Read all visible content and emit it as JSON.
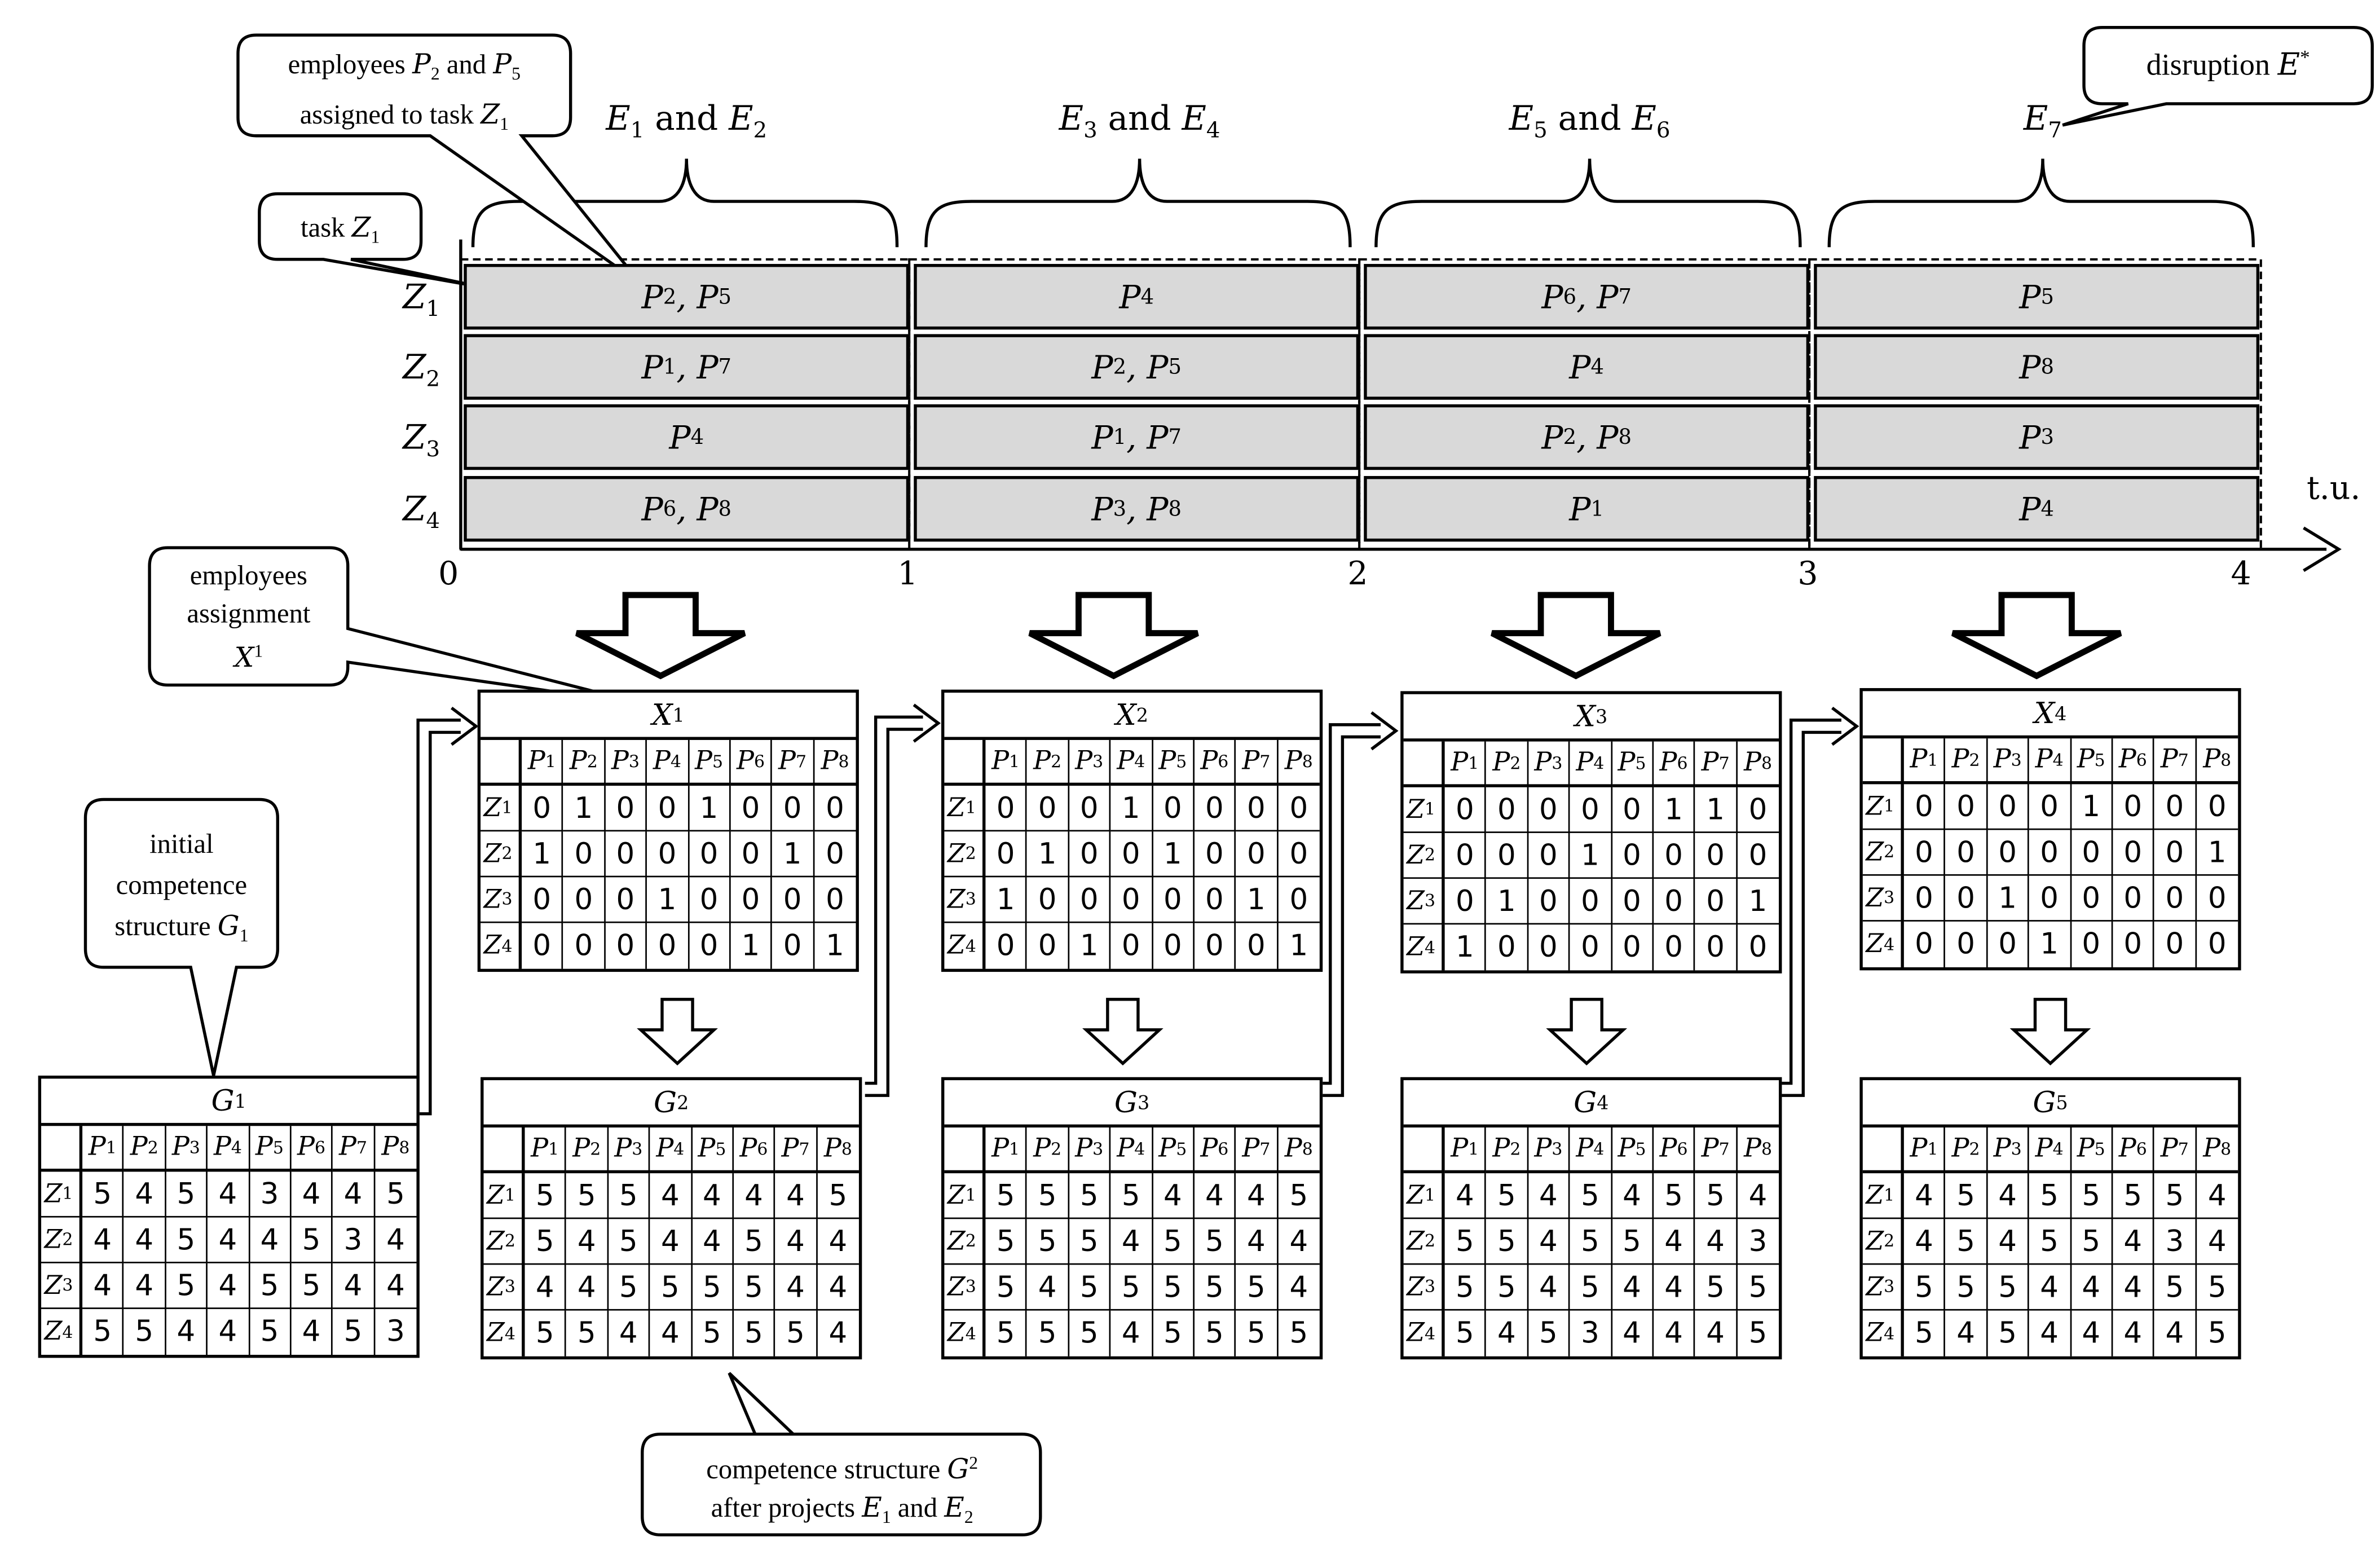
{
  "timeline": {
    "tasks": [
      "Z1",
      "Z2",
      "Z3",
      "Z4"
    ],
    "ticks": [
      "0",
      "1",
      "2",
      "3",
      "4"
    ],
    "unit": "t.u.",
    "periods": [
      {
        "label": "E1 and E2",
        "assign": [
          "P2, P5",
          "P1, P7",
          "P4",
          "P6, P8"
        ]
      },
      {
        "label": "E3 and E4",
        "assign": [
          "P4",
          "P2, P5",
          "P1, P7",
          "P3, P8"
        ]
      },
      {
        "label": "E5 and E6",
        "assign": [
          "P6, P7",
          "P4",
          "P2, P8",
          "P1"
        ]
      },
      {
        "label": "E7",
        "assign": [
          "P5",
          "P8",
          "P3",
          "P4"
        ]
      }
    ]
  },
  "callouts": {
    "assigned": "employees P2 and P5 assigned to task Z1",
    "task": "task Z1",
    "disruption": "disruption E*",
    "assignment": "employees assignment X1",
    "initial": "initial competence structure G1",
    "after": "competence structure G2 after projects E1 and E2"
  },
  "columns": [
    "P1",
    "P2",
    "P3",
    "P4",
    "P5",
    "P6",
    "P7",
    "P8"
  ],
  "rows": [
    "Z1",
    "Z2",
    "Z3",
    "Z4"
  ],
  "assignment_matrices": [
    {
      "name": "X1",
      "values": [
        [
          0,
          1,
          0,
          0,
          1,
          0,
          0,
          0
        ],
        [
          1,
          0,
          0,
          0,
          0,
          0,
          1,
          0
        ],
        [
          0,
          0,
          0,
          1,
          0,
          0,
          0,
          0
        ],
        [
          0,
          0,
          0,
          0,
          0,
          1,
          0,
          1
        ]
      ]
    },
    {
      "name": "X2",
      "values": [
        [
          0,
          0,
          0,
          1,
          0,
          0,
          0,
          0
        ],
        [
          0,
          1,
          0,
          0,
          1,
          0,
          0,
          0
        ],
        [
          1,
          0,
          0,
          0,
          0,
          0,
          1,
          0
        ],
        [
          0,
          0,
          1,
          0,
          0,
          0,
          0,
          1
        ]
      ]
    },
    {
      "name": "X3",
      "values": [
        [
          0,
          0,
          0,
          0,
          0,
          1,
          1,
          0
        ],
        [
          0,
          0,
          0,
          1,
          0,
          0,
          0,
          0
        ],
        [
          0,
          1,
          0,
          0,
          0,
          0,
          0,
          1
        ],
        [
          1,
          0,
          0,
          0,
          0,
          0,
          0,
          0
        ]
      ]
    },
    {
      "name": "X4",
      "values": [
        [
          0,
          0,
          0,
          0,
          1,
          0,
          0,
          0
        ],
        [
          0,
          0,
          0,
          0,
          0,
          0,
          0,
          1
        ],
        [
          0,
          0,
          1,
          0,
          0,
          0,
          0,
          0
        ],
        [
          0,
          0,
          0,
          1,
          0,
          0,
          0,
          0
        ]
      ]
    }
  ],
  "competence_matrices": [
    {
      "name": "G1",
      "values": [
        [
          5,
          4,
          5,
          4,
          3,
          4,
          4,
          5
        ],
        [
          4,
          4,
          5,
          4,
          4,
          5,
          3,
          4
        ],
        [
          4,
          4,
          5,
          4,
          5,
          5,
          4,
          4
        ],
        [
          5,
          5,
          4,
          4,
          5,
          4,
          5,
          3
        ]
      ]
    },
    {
      "name": "G2",
      "values": [
        [
          5,
          5,
          5,
          4,
          4,
          4,
          4,
          5
        ],
        [
          5,
          4,
          5,
          4,
          4,
          5,
          4,
          4
        ],
        [
          4,
          4,
          5,
          5,
          5,
          5,
          4,
          4
        ],
        [
          5,
          5,
          4,
          4,
          5,
          5,
          5,
          4
        ]
      ]
    },
    {
      "name": "G3",
      "values": [
        [
          5,
          5,
          5,
          5,
          4,
          4,
          4,
          5
        ],
        [
          5,
          5,
          5,
          4,
          5,
          5,
          4,
          4
        ],
        [
          5,
          4,
          5,
          5,
          5,
          5,
          5,
          4
        ],
        [
          5,
          5,
          5,
          4,
          5,
          5,
          5,
          5
        ]
      ]
    },
    {
      "name": "G4",
      "values": [
        [
          4,
          5,
          4,
          5,
          4,
          5,
          5,
          4
        ],
        [
          5,
          5,
          4,
          5,
          5,
          4,
          4,
          3
        ],
        [
          5,
          5,
          4,
          5,
          4,
          4,
          5,
          5
        ],
        [
          5,
          4,
          5,
          3,
          4,
          4,
          4,
          5
        ]
      ]
    },
    {
      "name": "G5",
      "values": [
        [
          4,
          5,
          4,
          5,
          5,
          5,
          5,
          4
        ],
        [
          4,
          5,
          4,
          5,
          5,
          4,
          3,
          4
        ],
        [
          5,
          5,
          5,
          4,
          4,
          4,
          5,
          5
        ],
        [
          5,
          4,
          5,
          4,
          4,
          4,
          4,
          5
        ]
      ]
    }
  ]
}
